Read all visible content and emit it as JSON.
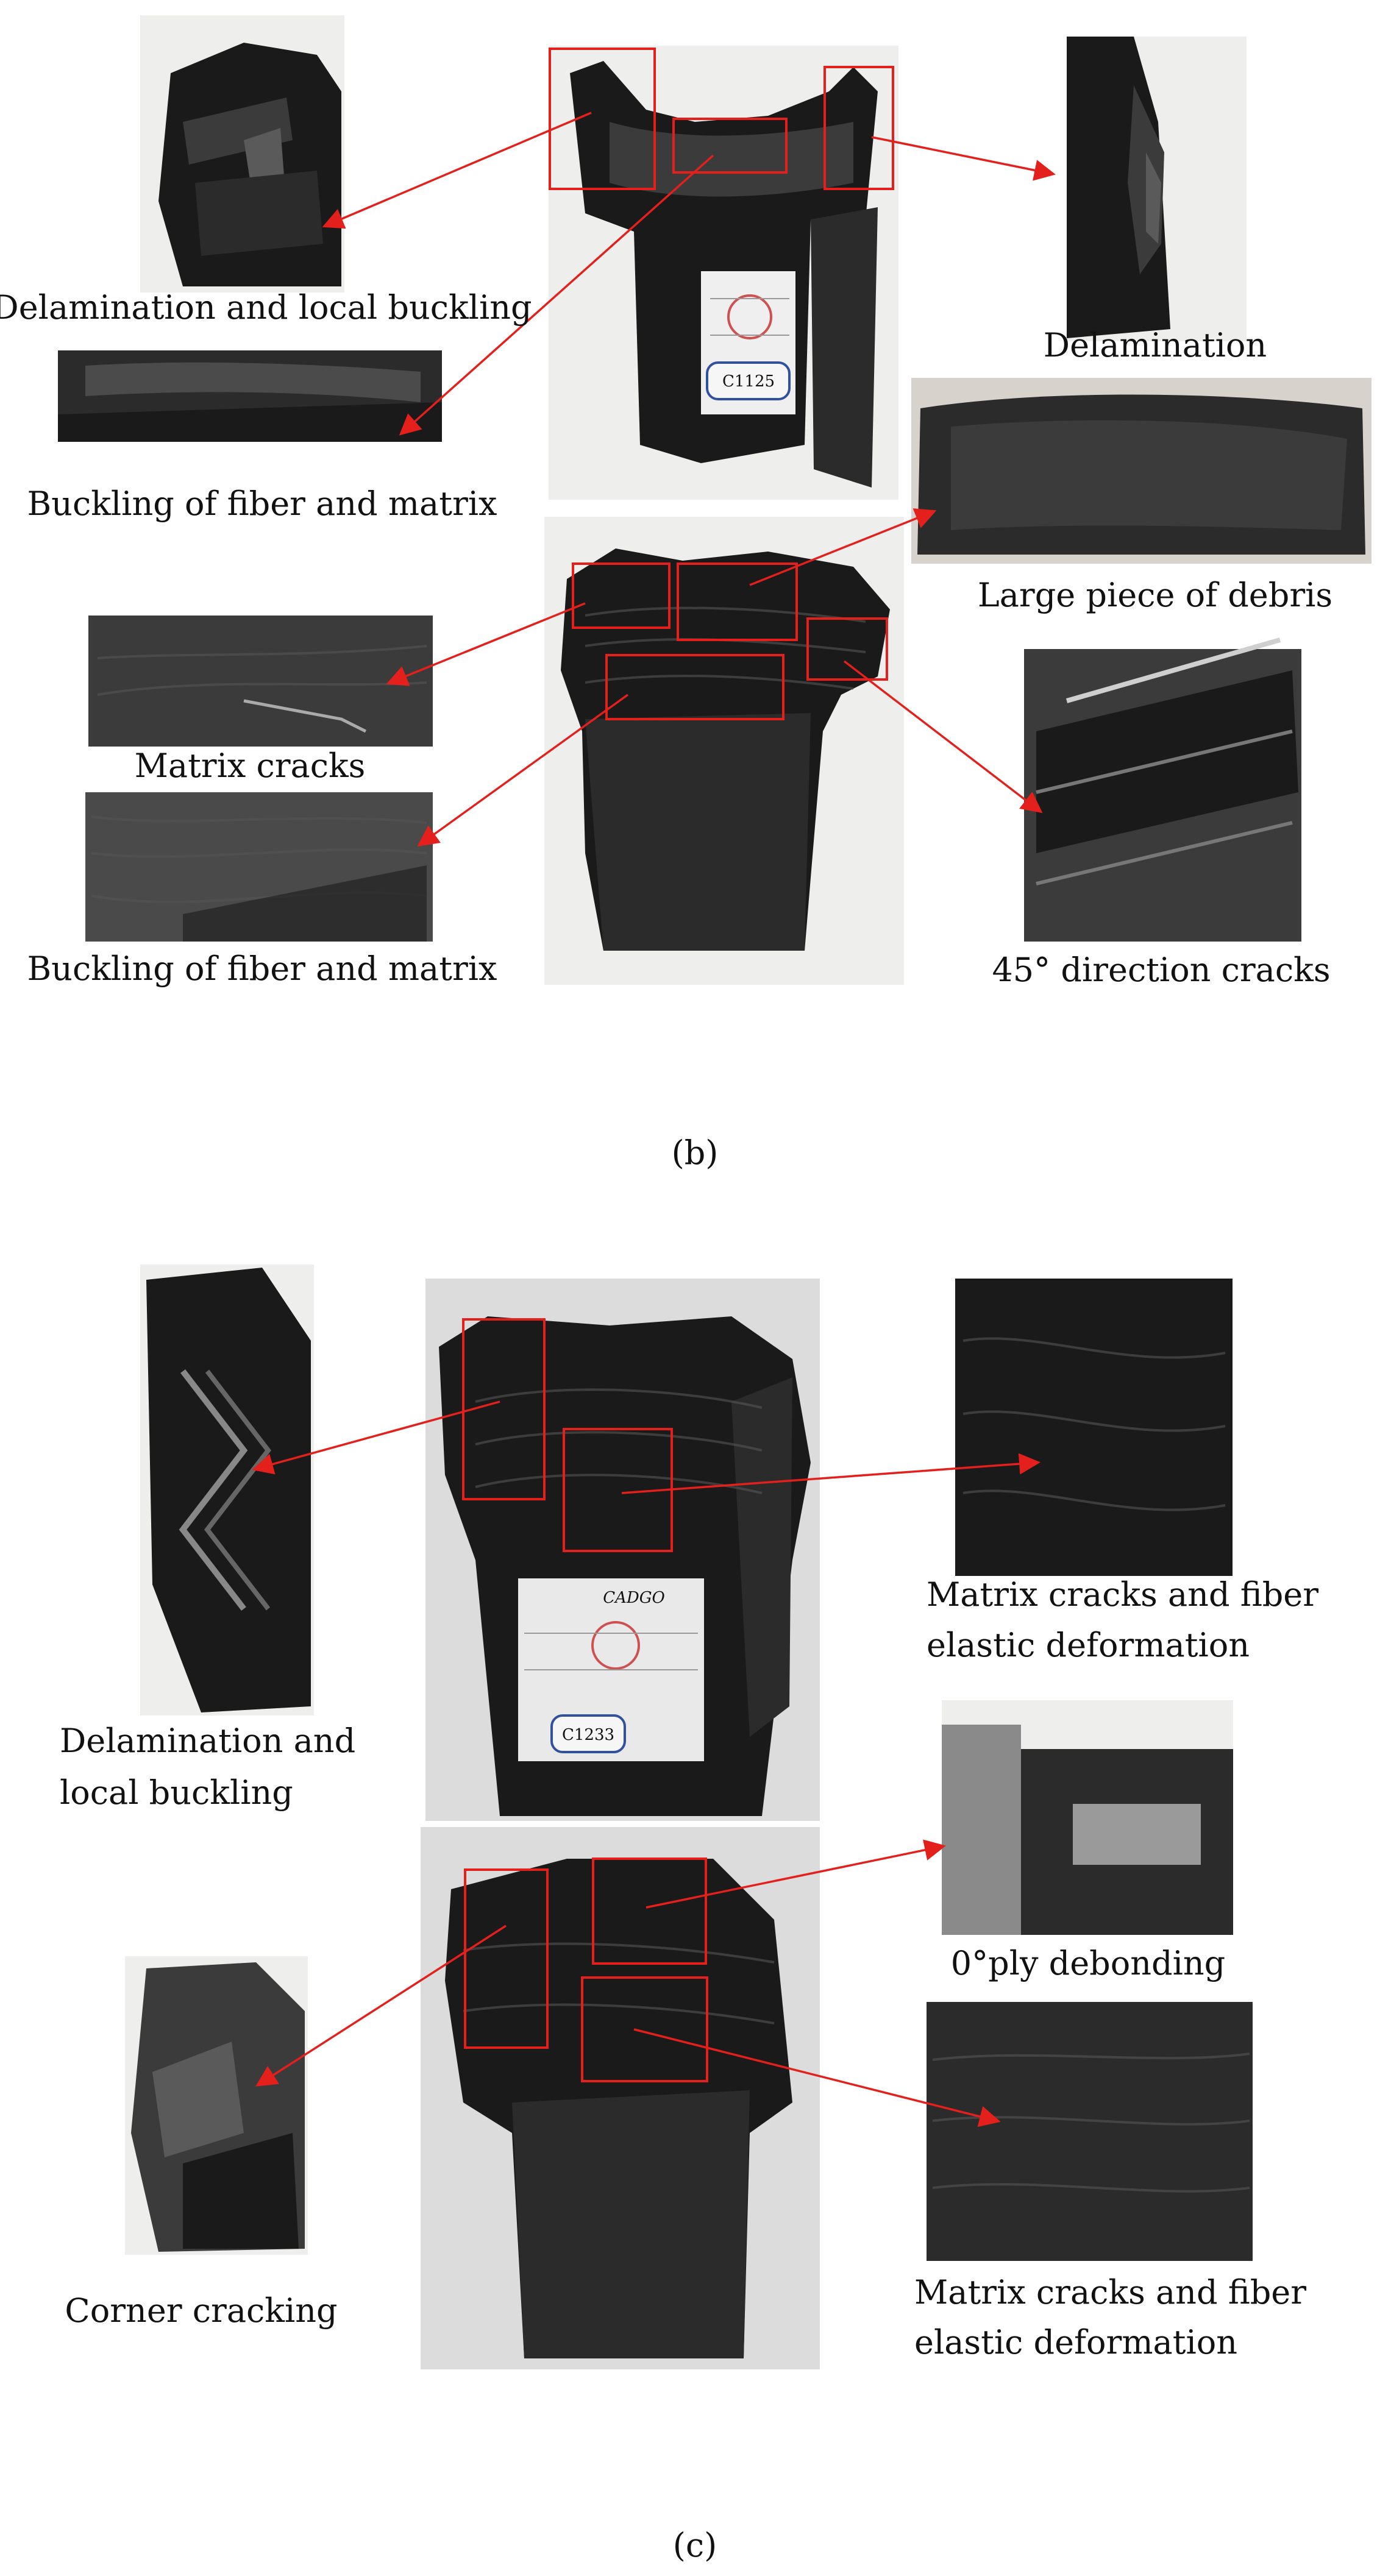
{
  "panel_b": {
    "label": "(b)",
    "annotations": {
      "delamination_local_buckling": "Delamination and local buckling",
      "buckling_fiber_matrix_top": "Buckling of fiber and matrix",
      "delamination": "Delamination",
      "large_piece_debris": "Large piece of debris",
      "matrix_cracks": "Matrix cracks",
      "buckling_fiber_matrix_bottom": "Buckling of fiber and matrix",
      "direction_cracks_45": "45° direction cracks"
    },
    "specimen_label_text": "C1125"
  },
  "panel_c": {
    "label": "(c)",
    "annotations": {
      "delamination_local_buckling_line1": "Delamination and",
      "delamination_local_buckling_line2": "local buckling",
      "matrix_cracks_elastic_top_line1": "Matrix cracks and fiber",
      "matrix_cracks_elastic_top_line2": "elastic deformation",
      "ply_debonding": "0°ply debonding",
      "corner_cracking": "Corner cracking",
      "matrix_cracks_elastic_bottom_line1": "Matrix cracks and fiber",
      "matrix_cracks_elastic_bottom_line2": "elastic deformation"
    },
    "specimen_label_text": "C1233",
    "label_brand": "CADGO"
  },
  "colors": {
    "annotation": "#e3201b",
    "carbon_fiber": "#1a1a1a",
    "background": "#ffffff"
  }
}
